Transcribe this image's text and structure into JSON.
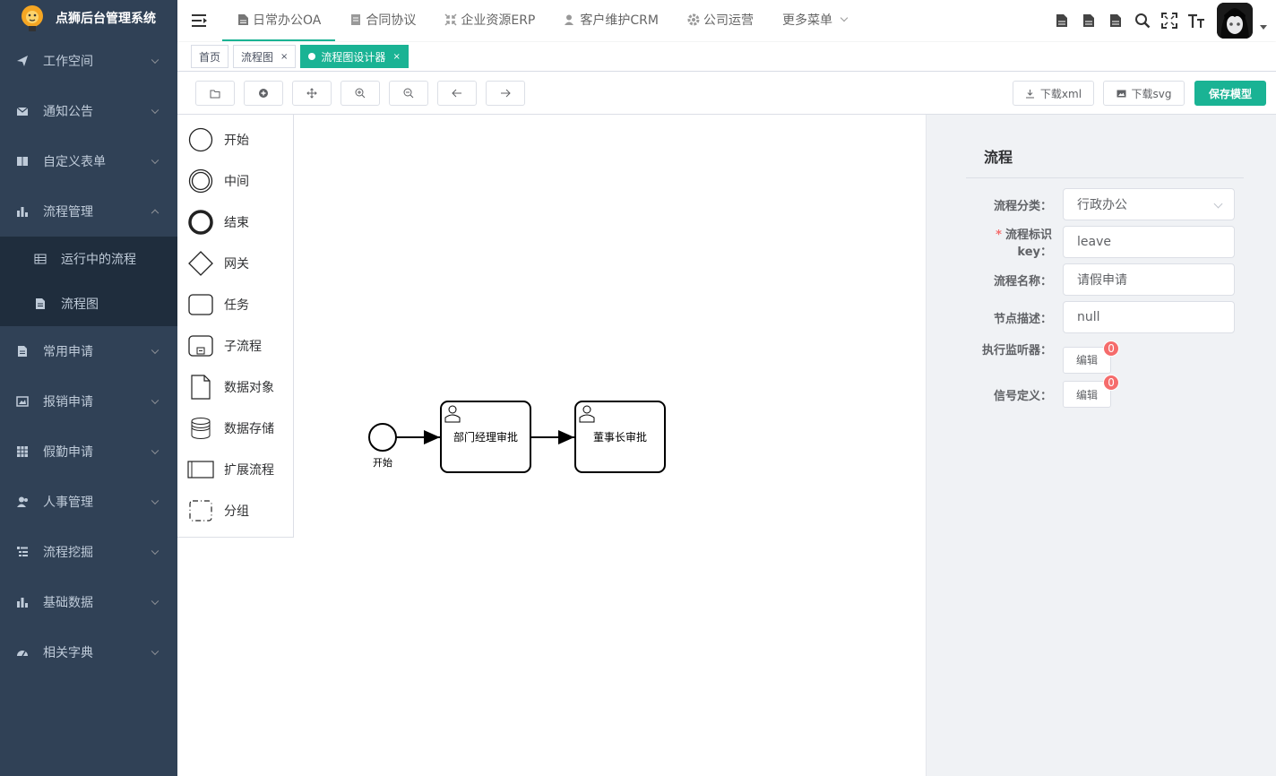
{
  "app": {
    "title": "点狮后台管理系统"
  },
  "sidebar": {
    "items": [
      {
        "label": "工作空间",
        "icon": "paper-plane-icon"
      },
      {
        "label": "通知公告",
        "icon": "envelope-icon"
      },
      {
        "label": "自定义表单",
        "icon": "book-icon"
      },
      {
        "label": "流程管理",
        "icon": "bar-chart-icon",
        "expanded": true
      },
      {
        "label": "常用申请",
        "icon": "document-icon"
      },
      {
        "label": "报销申请",
        "icon": "image-icon"
      },
      {
        "label": "假勤申请",
        "icon": "grid-icon"
      },
      {
        "label": "人事管理",
        "icon": "user-icon"
      },
      {
        "label": "流程挖掘",
        "icon": "list-icon"
      },
      {
        "label": "基础数据",
        "icon": "bar-chart-icon"
      },
      {
        "label": "相关字典",
        "icon": "dashboard-icon"
      }
    ],
    "sub_items": [
      {
        "label": "运行中的流程",
        "icon": "table-icon"
      },
      {
        "label": "流程图",
        "icon": "document-icon",
        "active": true
      }
    ]
  },
  "topnav": {
    "items": [
      {
        "label": "日常办公OA",
        "icon": "document-icon",
        "active": true
      },
      {
        "label": "合同协议",
        "icon": "document-icon"
      },
      {
        "label": "企业资源ERP",
        "icon": "compress-icon"
      },
      {
        "label": "客户维护CRM",
        "icon": "user-icon"
      },
      {
        "label": "公司运营",
        "icon": "gear-icon"
      },
      {
        "label": "更多菜单",
        "icon": "chevron-down-icon"
      }
    ]
  },
  "tags": [
    {
      "label": "首页",
      "closable": false,
      "active": false
    },
    {
      "label": "流程图",
      "closable": true,
      "active": false
    },
    {
      "label": "流程图设计器",
      "closable": true,
      "active": true
    }
  ],
  "toolbar": {
    "download_xml": "下载xml",
    "download_svg": "下载svg",
    "save_model": "保存模型"
  },
  "palette": [
    {
      "label": "开始",
      "shape": "start-event"
    },
    {
      "label": "中间",
      "shape": "intermediate-event"
    },
    {
      "label": "结束",
      "shape": "end-event"
    },
    {
      "label": "网关",
      "shape": "gateway"
    },
    {
      "label": "任务",
      "shape": "task"
    },
    {
      "label": "子流程",
      "shape": "subprocess"
    },
    {
      "label": "数据对象",
      "shape": "data-object"
    },
    {
      "label": "数据存储",
      "shape": "data-store"
    },
    {
      "label": "扩展流程",
      "shape": "pool"
    },
    {
      "label": "分组",
      "shape": "group"
    }
  ],
  "diagram": {
    "start_label": "开始",
    "task1_label": "部门经理审批",
    "task2_label": "董事长审批"
  },
  "panel": {
    "title": "流程",
    "category_label": "流程分类：",
    "category_value": "行政办公",
    "key_label": "流程标识key：",
    "key_value": "leave",
    "name_label": "流程名称：",
    "name_value": "请假申请",
    "desc_label": "节点描述：",
    "desc_value": "null",
    "listener_label": "执行监听器：",
    "listener_button": "编辑",
    "listener_count": "0",
    "signal_label": "信号定义：",
    "signal_button": "编辑",
    "signal_count": "0"
  },
  "colors": {
    "primary": "#1ab394",
    "sidebar_bg": "#304156",
    "submenu_bg": "#1f2d3d",
    "badge": "#f56c6c"
  }
}
